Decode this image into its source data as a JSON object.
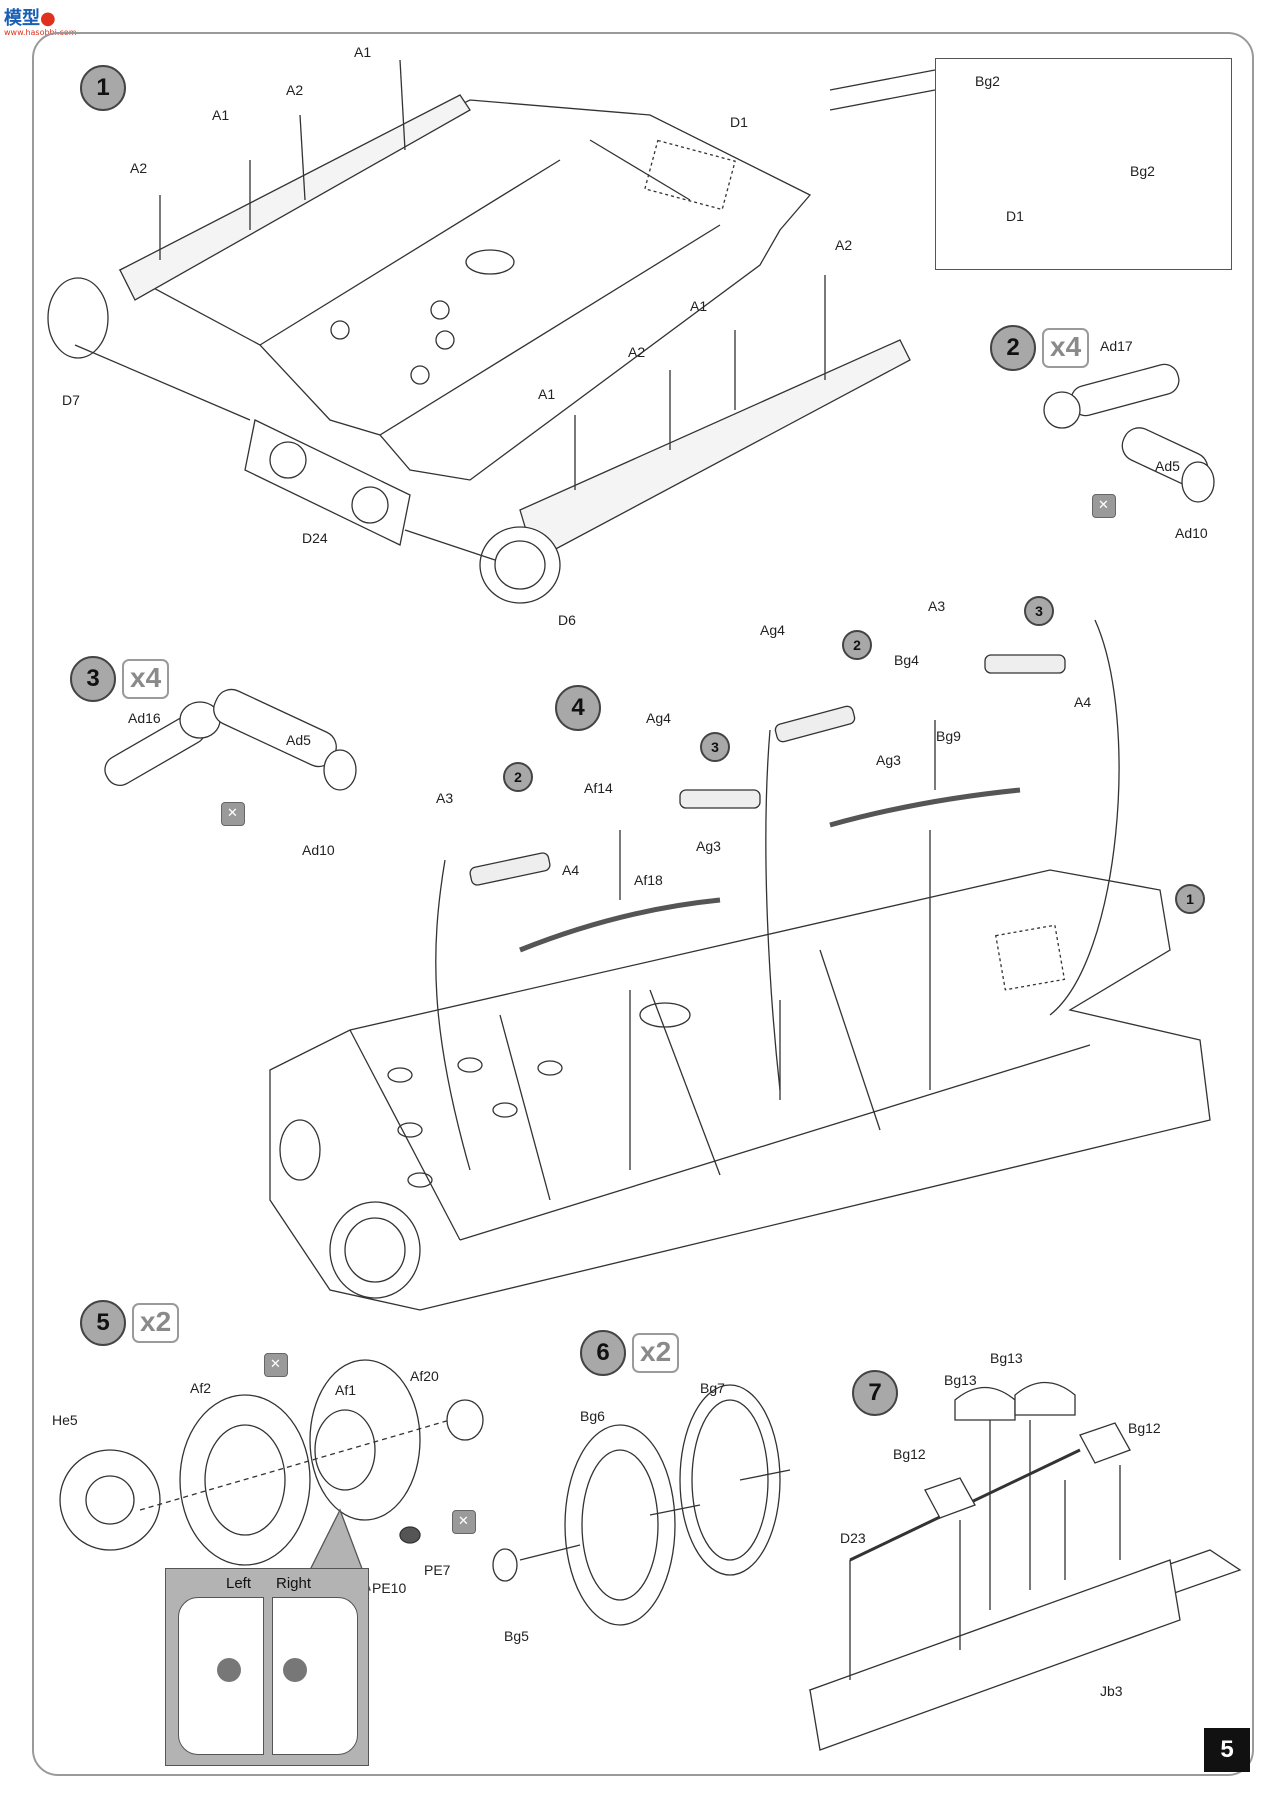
{
  "watermark": {
    "brand": "模型",
    "site": "www.hasobbi.com"
  },
  "page_number": "5",
  "steps": [
    {
      "number": "1"
    },
    {
      "number": "2",
      "multiplier": "x4"
    },
    {
      "number": "3",
      "multiplier": "x4"
    },
    {
      "number": "4"
    },
    {
      "number": "5",
      "multiplier": "x2"
    },
    {
      "number": "6",
      "multiplier": "x2"
    },
    {
      "number": "7"
    }
  ],
  "step1": {
    "labels": [
      "A1",
      "A2",
      "A1",
      "A2",
      "D1",
      "D7",
      "D24",
      "D6",
      "A2",
      "A1",
      "A2",
      "A1"
    ],
    "inset_labels": [
      "Bg2",
      "Bg2",
      "D1"
    ]
  },
  "step2": {
    "labels": [
      "Ad17",
      "Ad5",
      "Ad10"
    ]
  },
  "step3": {
    "labels": [
      "Ad16",
      "Ad5",
      "Ad10"
    ]
  },
  "step4": {
    "labels": [
      "A3",
      "A4",
      "Af14",
      "Af18",
      "Ag4",
      "Ag3",
      "Ag4",
      "Ag3",
      "Bg4",
      "Bg9",
      "A3",
      "A4"
    ],
    "callouts": [
      "2",
      "3",
      "2",
      "3",
      "1"
    ]
  },
  "step5": {
    "labels": [
      "He5",
      "Af2",
      "Af1",
      "Af20",
      "PE10",
      "PE7"
    ],
    "detail": {
      "left": "Left",
      "right": "Right"
    }
  },
  "step6": {
    "labels": [
      "Bg6",
      "Bg7",
      "Bg5"
    ]
  },
  "step7": {
    "labels": [
      "Bg13",
      "Bg13",
      "Bg12",
      "Bg12",
      "D23",
      "Jb3"
    ]
  }
}
